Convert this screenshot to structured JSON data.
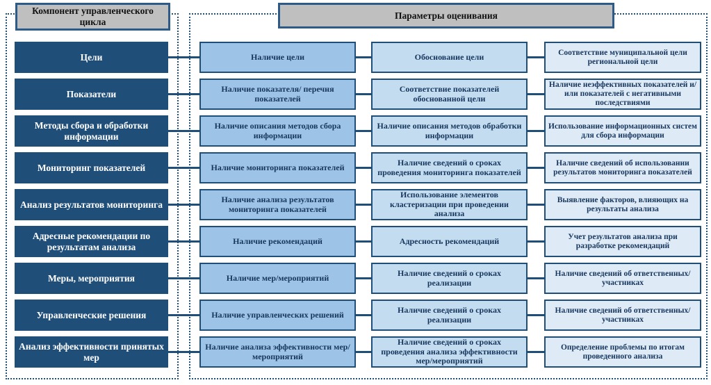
{
  "headers": {
    "left": "Компонент управленческого цикла",
    "right": "Параметры оценивания"
  },
  "colors": {
    "dark_blue": "#1F4E79",
    "col1_blue": "#9DC3E6",
    "col2_blue": "#C3DCF0",
    "col3_blue": "#DEEBF7",
    "header_gray": "#BFBFBF",
    "header_border": "#2E5A87",
    "text_navy": "#17365D"
  },
  "rows": [
    {
      "component": "Цели",
      "params": [
        "Наличие цели",
        "Обоснование цели",
        "Соответствие муниципальной цели региональной цели"
      ]
    },
    {
      "component": "Показатели",
      "params": [
        "Наличие показателя/ перечня показателей",
        "Соответствие показателей обоснованной цели",
        "Наличие неэффективных показателей и/или показателей с негативными последствиями"
      ]
    },
    {
      "component": "Методы сбора и обработки информации",
      "params": [
        "Наличие описания методов сбора информации",
        "Наличие описания методов обработки информации",
        "Использование информационных систем для сбора информации"
      ]
    },
    {
      "component": "Мониторинг показателей",
      "params": [
        "Наличие мониторинга показателей",
        "Наличие сведений о сроках проведения мониторинга показателей",
        "Наличие сведений об использовании результатов мониторинга показателей"
      ]
    },
    {
      "component": "Анализ результатов мониторинга",
      "params": [
        "Наличие анализа результатов мониторинга показателей",
        "Использование элементов кластеризации при проведении анализа",
        "Выявление факторов, влияющих на результаты анализа"
      ]
    },
    {
      "component": "Адресные рекомендации по результатам анализа",
      "params": [
        "Наличие рекомендаций",
        "Адресность рекомендаций",
        "Учет результатов анализа при разработке рекомендаций"
      ]
    },
    {
      "component": "Меры, мероприятия",
      "params": [
        "Наличие мер/мероприятий",
        "Наличие сведений о сроках реализации",
        "Наличие сведений об ответственных/участниках"
      ]
    },
    {
      "component": "Управленческие решения",
      "params": [
        "Наличие управленческих решений",
        "Наличие сведений о сроках реализации",
        "Наличие сведений об ответственных/участниках"
      ]
    },
    {
      "component": "Анализ эффективности принятых мер",
      "params": [
        "Наличие анализа эффективности мер/мероприятий",
        "Наличие сведений о сроках проведения анализа эффективности мер/мероприятий",
        "Определение проблемы по итогам проведенного анализа"
      ]
    }
  ]
}
